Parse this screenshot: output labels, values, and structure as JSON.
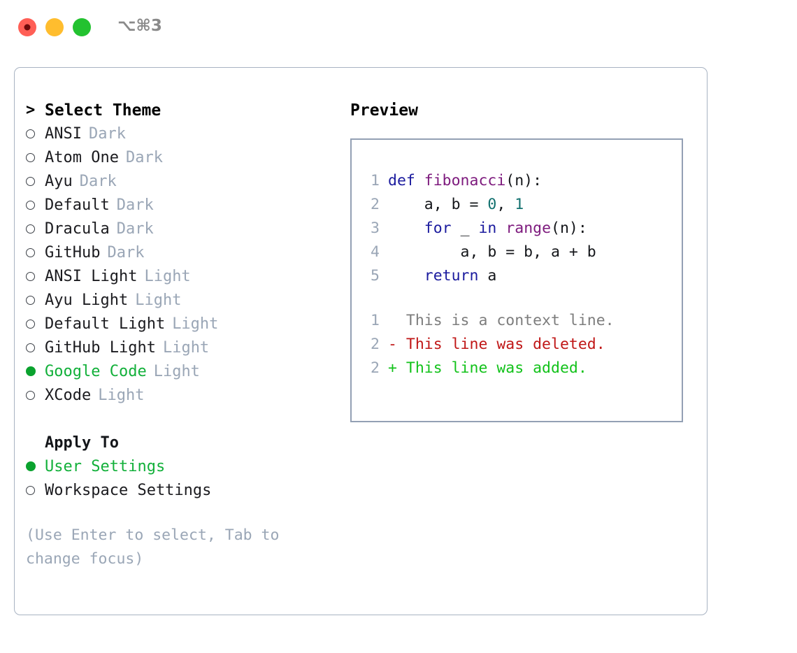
{
  "titlebar": {
    "shortcut": "⌥⌘3",
    "buttons": [
      {
        "name": "close",
        "color": "#ff5f56"
      },
      {
        "name": "minimize",
        "color": "#ffbd2e"
      },
      {
        "name": "maximize",
        "color": "#23c230"
      }
    ]
  },
  "theme_list": {
    "header": "Select Theme",
    "header_marker": ">",
    "items": [
      {
        "marker": "○",
        "name": "ANSI",
        "category": "Dark",
        "selected": false
      },
      {
        "marker": "○",
        "name": "Atom One",
        "category": "Dark",
        "selected": false
      },
      {
        "marker": "○",
        "name": "Ayu",
        "category": "Dark",
        "selected": false
      },
      {
        "marker": "○",
        "name": "Default",
        "category": "Dark",
        "selected": false
      },
      {
        "marker": "○",
        "name": "Dracula",
        "category": "Dark",
        "selected": false
      },
      {
        "marker": "○",
        "name": "GitHub",
        "category": "Dark",
        "selected": false
      },
      {
        "marker": "○",
        "name": "ANSI Light",
        "category": "Light",
        "selected": false
      },
      {
        "marker": "○",
        "name": "Ayu Light",
        "category": "Light",
        "selected": false
      },
      {
        "marker": "○",
        "name": "Default Light",
        "category": "Light",
        "selected": false
      },
      {
        "marker": "○",
        "name": "GitHub Light",
        "category": "Light",
        "selected": false
      },
      {
        "marker": "●",
        "name": "Google Code",
        "category": "Light",
        "selected": true
      },
      {
        "marker": "○",
        "name": "XCode",
        "category": "Light",
        "selected": false
      }
    ]
  },
  "apply_to": {
    "header": "Apply To",
    "items": [
      {
        "marker": "●",
        "name": "User Settings",
        "selected": true
      },
      {
        "marker": "○",
        "name": "Workspace Settings",
        "selected": false
      }
    ]
  },
  "hint": "(Use Enter to select, Tab to change focus)",
  "preview": {
    "title": "Preview",
    "code_lines": [
      {
        "no": "1",
        "tokens": [
          {
            "t": "def ",
            "k": "kw"
          },
          {
            "t": "fibonacci",
            "k": "fn"
          },
          {
            "t": "(n):",
            "k": "pl"
          }
        ]
      },
      {
        "no": "2",
        "tokens": [
          {
            "t": "    a, b = ",
            "k": "pl"
          },
          {
            "t": "0",
            "k": "num"
          },
          {
            "t": ", ",
            "k": "pl"
          },
          {
            "t": "1",
            "k": "num"
          }
        ]
      },
      {
        "no": "3",
        "tokens": [
          {
            "t": "    ",
            "k": "pl"
          },
          {
            "t": "for",
            "k": "kw"
          },
          {
            "t": " _ ",
            "k": "pl"
          },
          {
            "t": "in",
            "k": "kw"
          },
          {
            "t": " ",
            "k": "pl"
          },
          {
            "t": "range",
            "k": "fn"
          },
          {
            "t": "(n):",
            "k": "pl"
          }
        ]
      },
      {
        "no": "4",
        "tokens": [
          {
            "t": "        a, b = b, a + b",
            "k": "pl"
          }
        ]
      },
      {
        "no": "5",
        "tokens": [
          {
            "t": "    ",
            "k": "pl"
          },
          {
            "t": "return",
            "k": "kw"
          },
          {
            "t": " a",
            "k": "pl"
          }
        ]
      }
    ],
    "diff_lines": [
      {
        "no": "1",
        "text": "  This is a context line.",
        "kind": "ctx"
      },
      {
        "no": "2",
        "text": "- This line was deleted.",
        "kind": "del"
      },
      {
        "no": "2",
        "text": "+ This line was added.",
        "kind": "add"
      }
    ]
  },
  "colors": {
    "accent_green": "#12b03a",
    "muted": "#9aa6b6",
    "keyword": "#1b1b9e",
    "function": "#7d1a7d",
    "number": "#12716f",
    "diff_delete": "#c01717",
    "diff_add": "#12c21a",
    "border": "#a8b3c2"
  }
}
